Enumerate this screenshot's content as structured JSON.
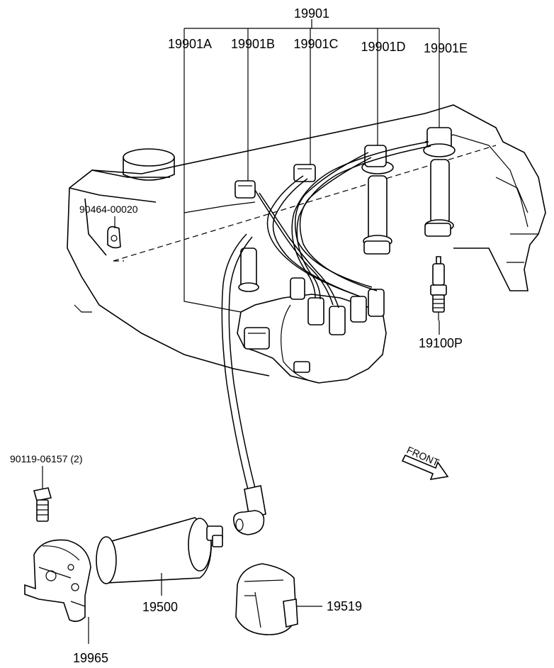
{
  "labels": {
    "harness_set": "19901",
    "cord_a": "19901A",
    "cord_b": "19901B",
    "cord_c": "19901C",
    "cord_d": "19901D",
    "cord_e": "19901E",
    "clamp": "90464-00020",
    "spark_plug": "19100P",
    "front": "FRONT",
    "bolt": "90119-06157 (2)",
    "ignition_coil": "19500",
    "distributor_cap_part": "19519",
    "coil_bracket": "19965"
  }
}
